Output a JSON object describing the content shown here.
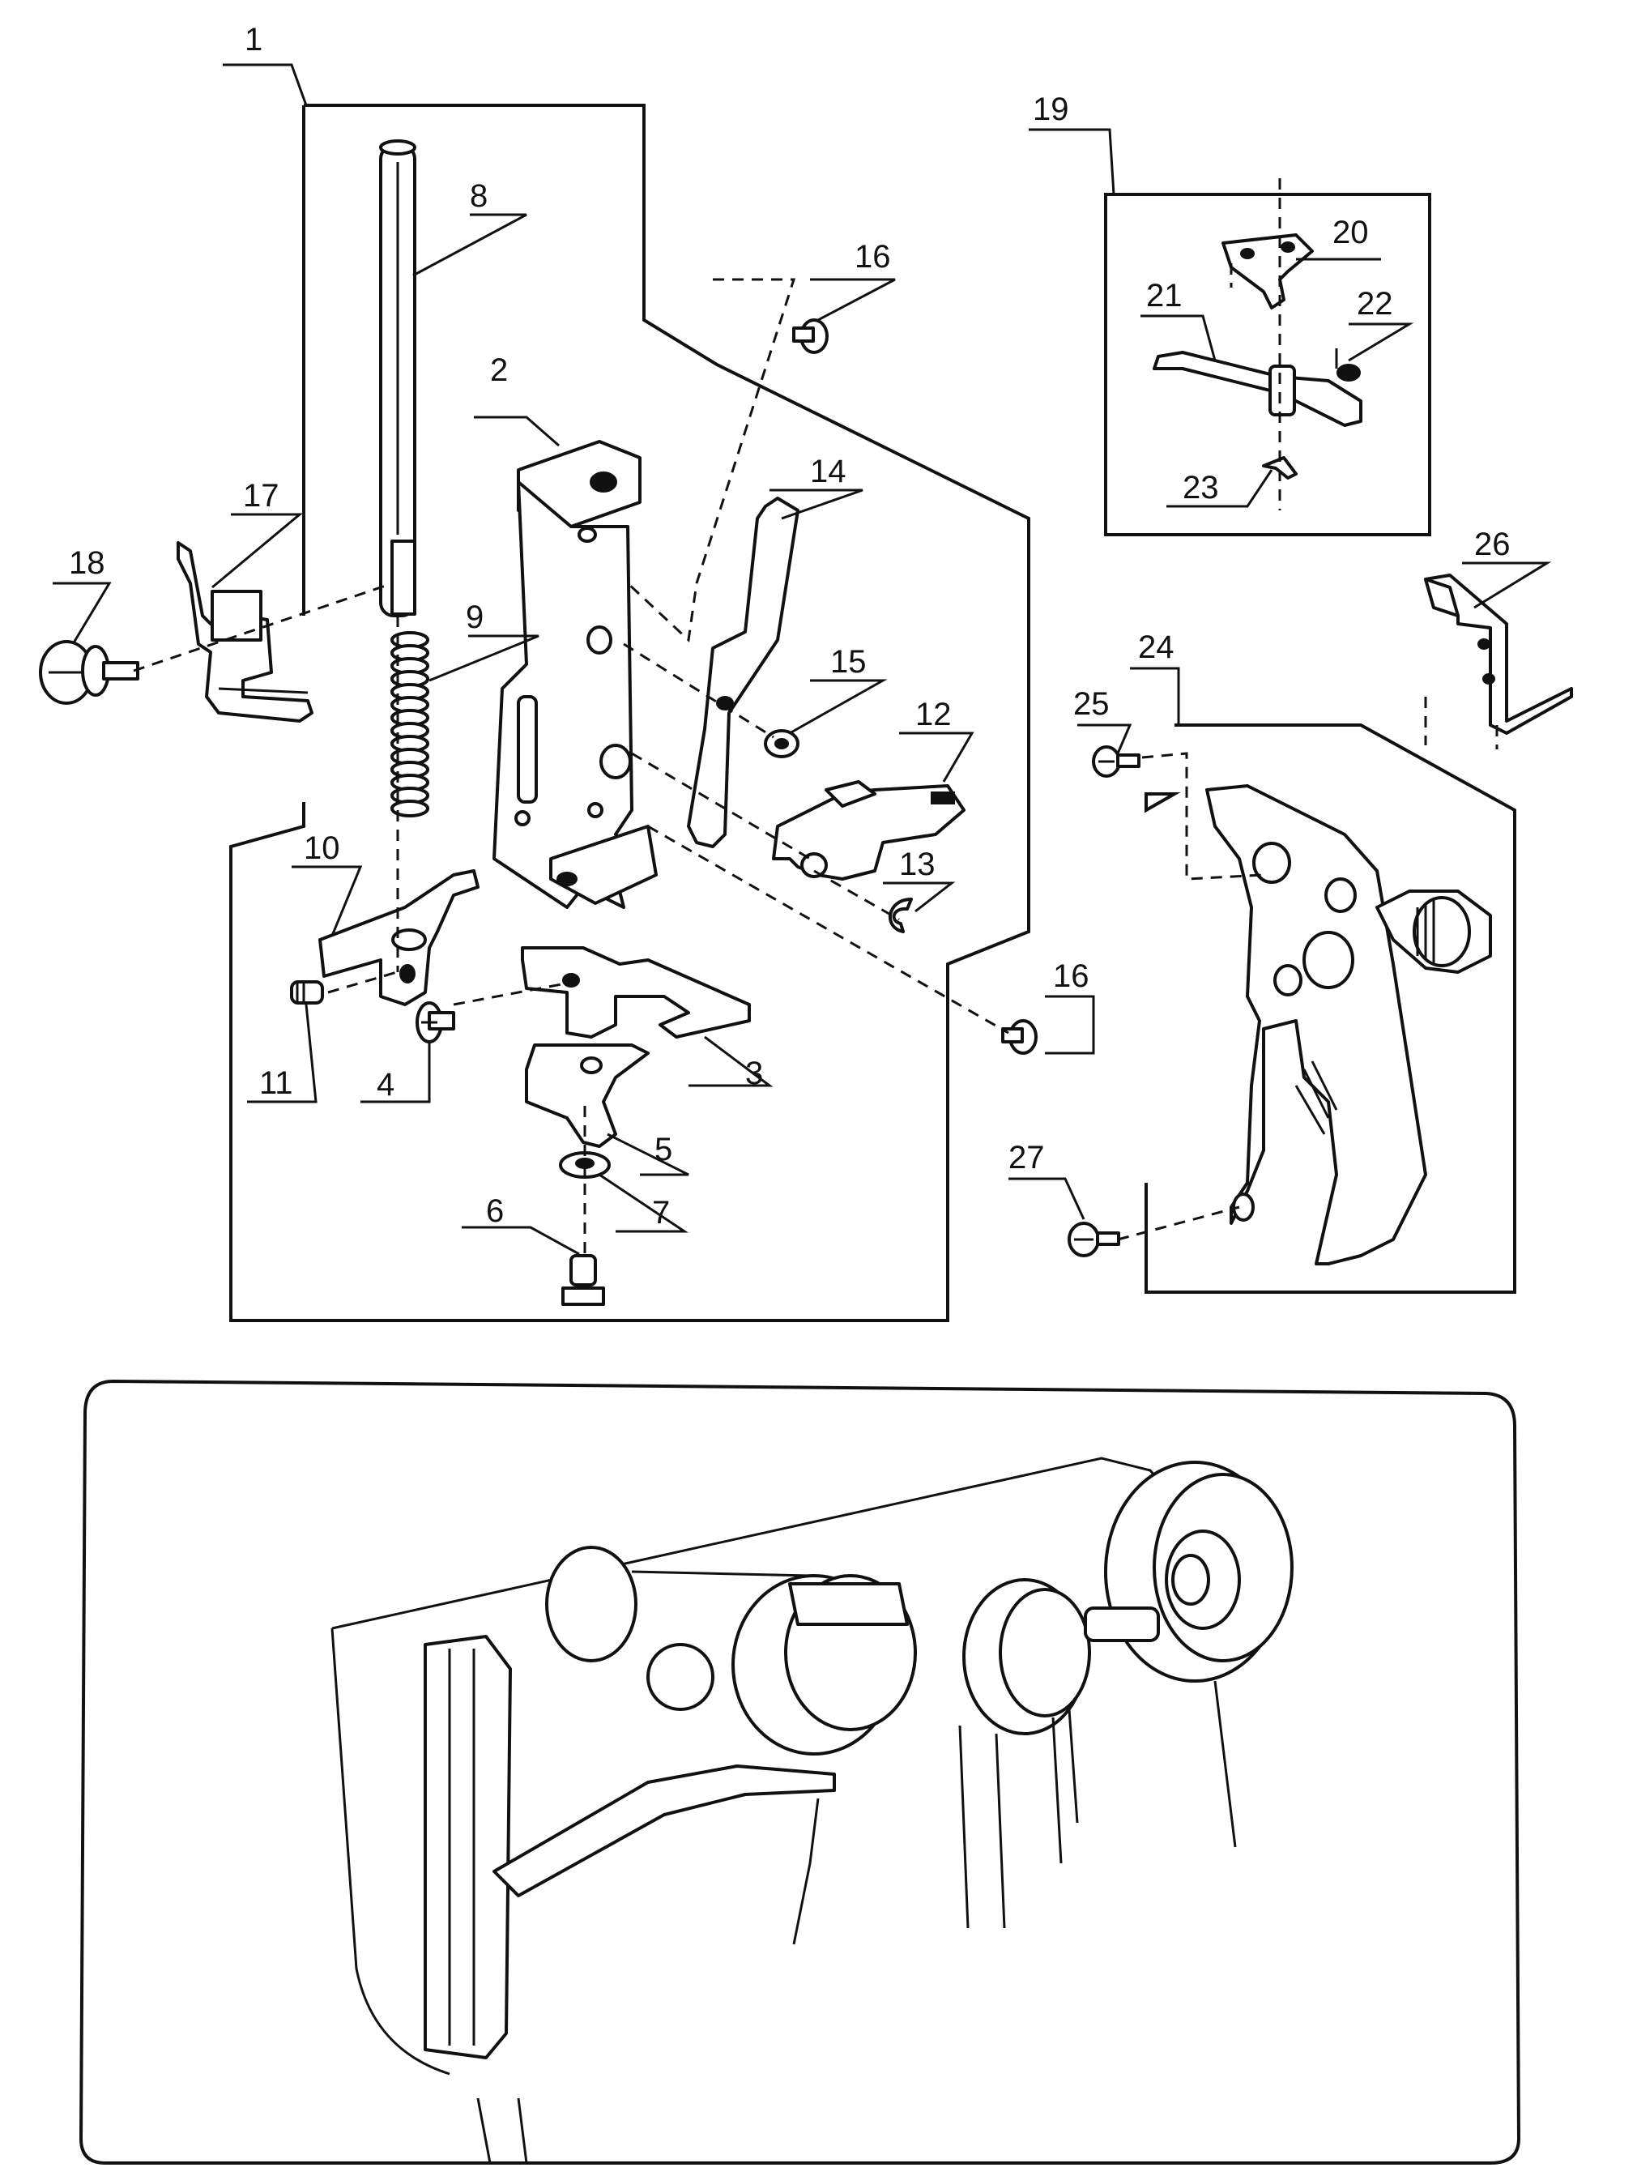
{
  "callouts": [
    {
      "id": "1",
      "label": "1"
    },
    {
      "id": "2",
      "label": "2"
    },
    {
      "id": "3",
      "label": "3"
    },
    {
      "id": "4",
      "label": "4"
    },
    {
      "id": "5",
      "label": "5"
    },
    {
      "id": "6",
      "label": "6"
    },
    {
      "id": "7",
      "label": "7"
    },
    {
      "id": "8",
      "label": "8"
    },
    {
      "id": "9",
      "label": "9"
    },
    {
      "id": "10",
      "label": "10"
    },
    {
      "id": "11",
      "label": "11"
    },
    {
      "id": "12",
      "label": "12"
    },
    {
      "id": "13",
      "label": "13"
    },
    {
      "id": "14",
      "label": "14"
    },
    {
      "id": "15",
      "label": "15"
    },
    {
      "id": "16a",
      "label": "16"
    },
    {
      "id": "16b",
      "label": "16"
    },
    {
      "id": "17",
      "label": "17"
    },
    {
      "id": "18",
      "label": "18"
    },
    {
      "id": "19",
      "label": "19"
    },
    {
      "id": "20",
      "label": "20"
    },
    {
      "id": "21",
      "label": "21"
    },
    {
      "id": "22",
      "label": "22"
    },
    {
      "id": "23",
      "label": "23"
    },
    {
      "id": "24",
      "label": "24"
    },
    {
      "id": "25",
      "label": "25"
    },
    {
      "id": "26",
      "label": "26"
    },
    {
      "id": "27",
      "label": "27"
    }
  ]
}
